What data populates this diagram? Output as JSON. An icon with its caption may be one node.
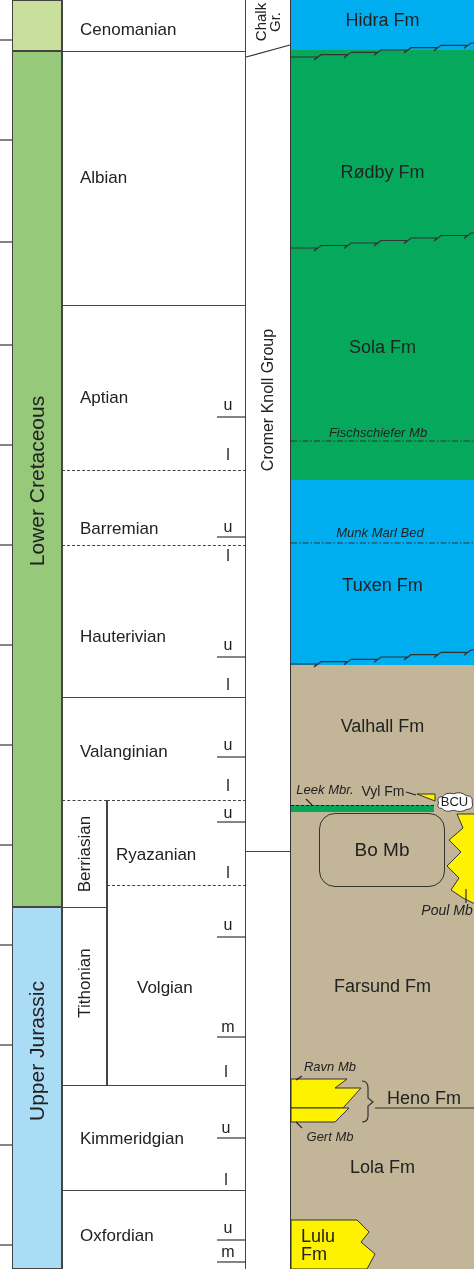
{
  "diagram": {
    "nodes": [
      {
        "text": [],
        "shape": "box"
      },
      {
        "text": [
          "Lower Cretaceous"
        ]
      },
      {
        "text": [
          "Upper Jurassic"
        ]
      },
      {
        "text": [
          "Cenomanian"
        ]
      },
      {
        "text": [
          "Albian"
        ]
      },
      {
        "text": [
          "Aptian"
        ]
      },
      {
        "text": [
          "Barremian"
        ]
      },
      {
        "text": [
          "Hauterivian"
        ]
      },
      {
        "text": [
          "Valanginian"
        ]
      },
      {
        "text": [
          "Berriasian"
        ]
      },
      {
        "text": [
          "Ryazanian"
        ]
      },
      {
        "text": [
          "Tithonian"
        ]
      },
      {
        "text": [
          "Volgian"
        ]
      },
      {
        "text": [
          "Kimmeridgian"
        ]
      },
      {
        "text": [
          "Oxfordian"
        ]
      },
      {
        "text": [
          "Chalk Gr."
        ]
      },
      {
        "text": [
          "Cromer Knoll Group"
        ]
      },
      {
        "text": [
          "Hidra Fm"
        ]
      },
      {
        "text": [
          "Rødby Fm"
        ]
      },
      {
        "text": [
          "Sola Fm"
        ]
      },
      {
        "text": [
          "Tuxen Fm"
        ]
      },
      {
        "text": [
          "Valhall Fm"
        ]
      },
      {
        "text": [
          "Leek Mbr."
        ],
        "in": 21
      },
      {
        "text": [
          "Vyl Fm"
        ],
        "in": 21
      },
      {
        "text": [],
        "shape": "triangle",
        "in": 21
      },
      {
        "text": [
          "BCU"
        ]
      },
      {
        "text": [
          "Farsund Fm"
        ]
      },
      {
        "text": [],
        "shape": "bar",
        "in": 26
      },
      {
        "text": [
          "Bo Mb"
        ],
        "in": 26
      },
      {
        "text": [],
        "shape": "polygon",
        "in": 26
      },
      {
        "text": [
          "Poul Mb"
        ],
        "in": 26
      },
      {
        "text": [
          "Ravn Mb"
        ],
        "in": 26
      },
      {
        "text": [],
        "shape": "polygon",
        "in": 26
      },
      {
        "text": [
          "Lola Fm"
        ]
      },
      {
        "text": [],
        "shape": "polygon",
        "in": 33
      },
      {
        "text": [
          "Gert Mb"
        ],
        "in": 33
      },
      {
        "text": [
          "Lulu Fm"
        ],
        "in": 33
      }
    ],
    "edges": [
      {
        "from": 22,
        "to": 27,
        "arrow": "none"
      },
      {
        "from": 23,
        "to": 24,
        "arrow": "none"
      },
      {
        "from": 30,
        "to": 29,
        "arrow": "none"
      },
      {
        "from": 31,
        "to": 32,
        "arrow": "none"
      },
      {
        "from": 35,
        "to": 34,
        "arrow": "none"
      }
    ],
    "labels": [
      "u",
      "Fischschiefer Mb",
      "l",
      "u",
      "Munk Marl Bed",
      "l",
      "u",
      "l",
      "u",
      "l",
      "u",
      "l",
      "u",
      "m",
      "l",
      "Heno Fm",
      "u",
      "l",
      "u",
      "m"
    ]
  }
}
